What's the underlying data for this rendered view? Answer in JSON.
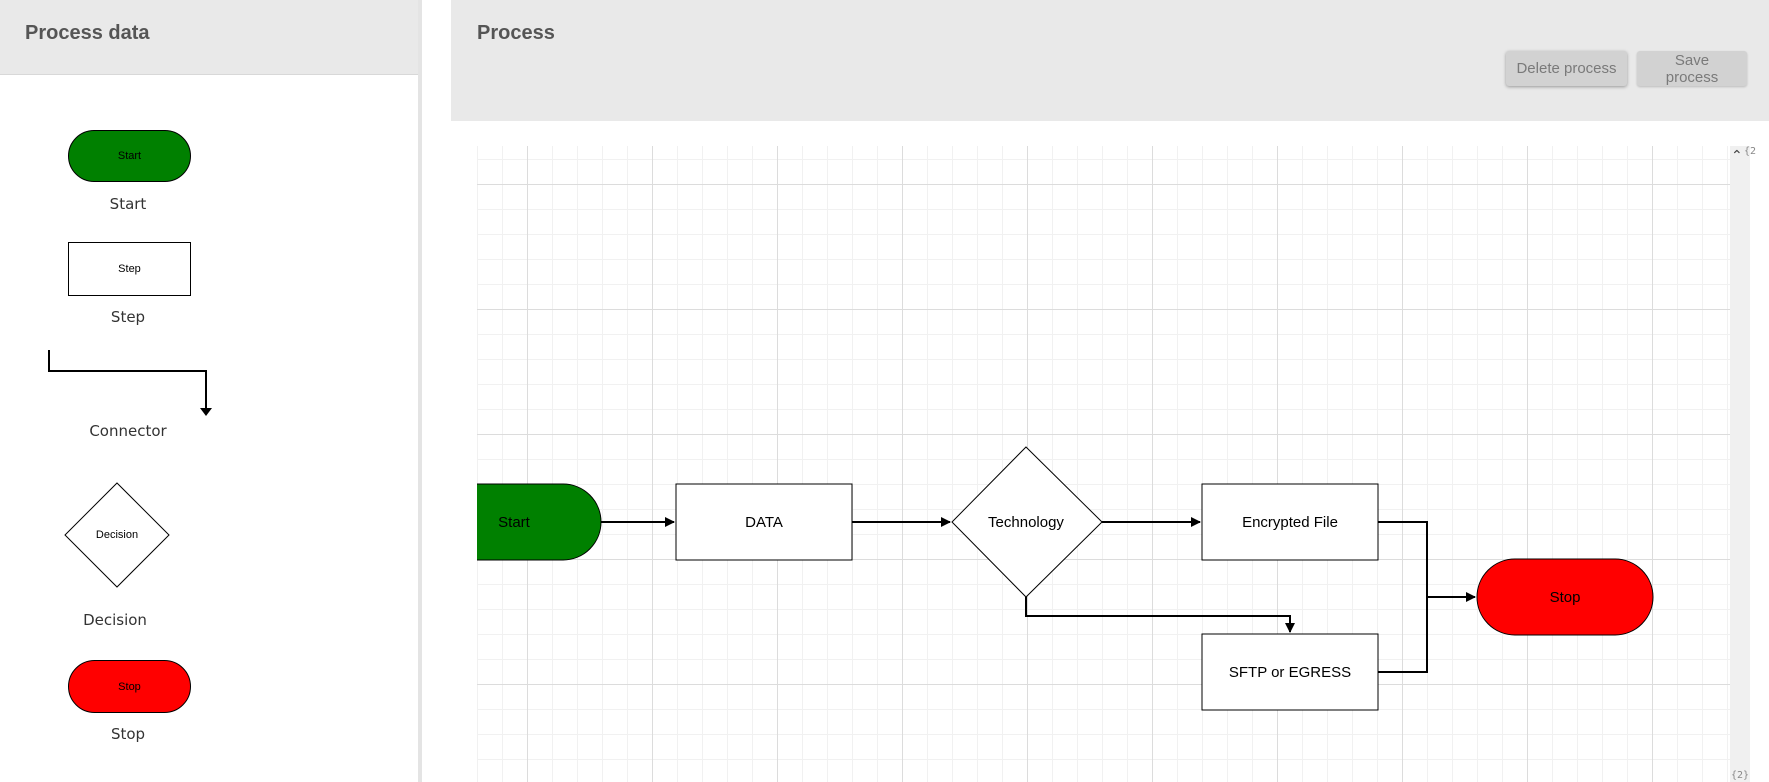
{
  "sidebar": {
    "title": "Process data",
    "items": [
      {
        "shape_text": "Start",
        "label": "Start",
        "color": "#008000"
      },
      {
        "shape_text": "Step",
        "label": "Step"
      },
      {
        "shape_text": "",
        "label": "Connector"
      },
      {
        "shape_text": "Decision",
        "label": "Decision"
      },
      {
        "shape_text": "Stop",
        "label": "Stop",
        "color": "#ff0000"
      }
    ]
  },
  "main": {
    "title": "Process",
    "buttons": {
      "delete_label": "Delete process",
      "save_label": "Save process"
    }
  },
  "diagram": {
    "nodes": {
      "start": "Start",
      "data": "DATA",
      "technology": "Technology",
      "encrypted": "Encrypted File",
      "sftp": "SFTP or EGRESS",
      "stop": "Stop"
    },
    "colors": {
      "start": "#008000",
      "stop": "#ff0000"
    }
  },
  "scrollbar": {
    "top_marker": "{2",
    "bottom_marker": "{2}"
  }
}
